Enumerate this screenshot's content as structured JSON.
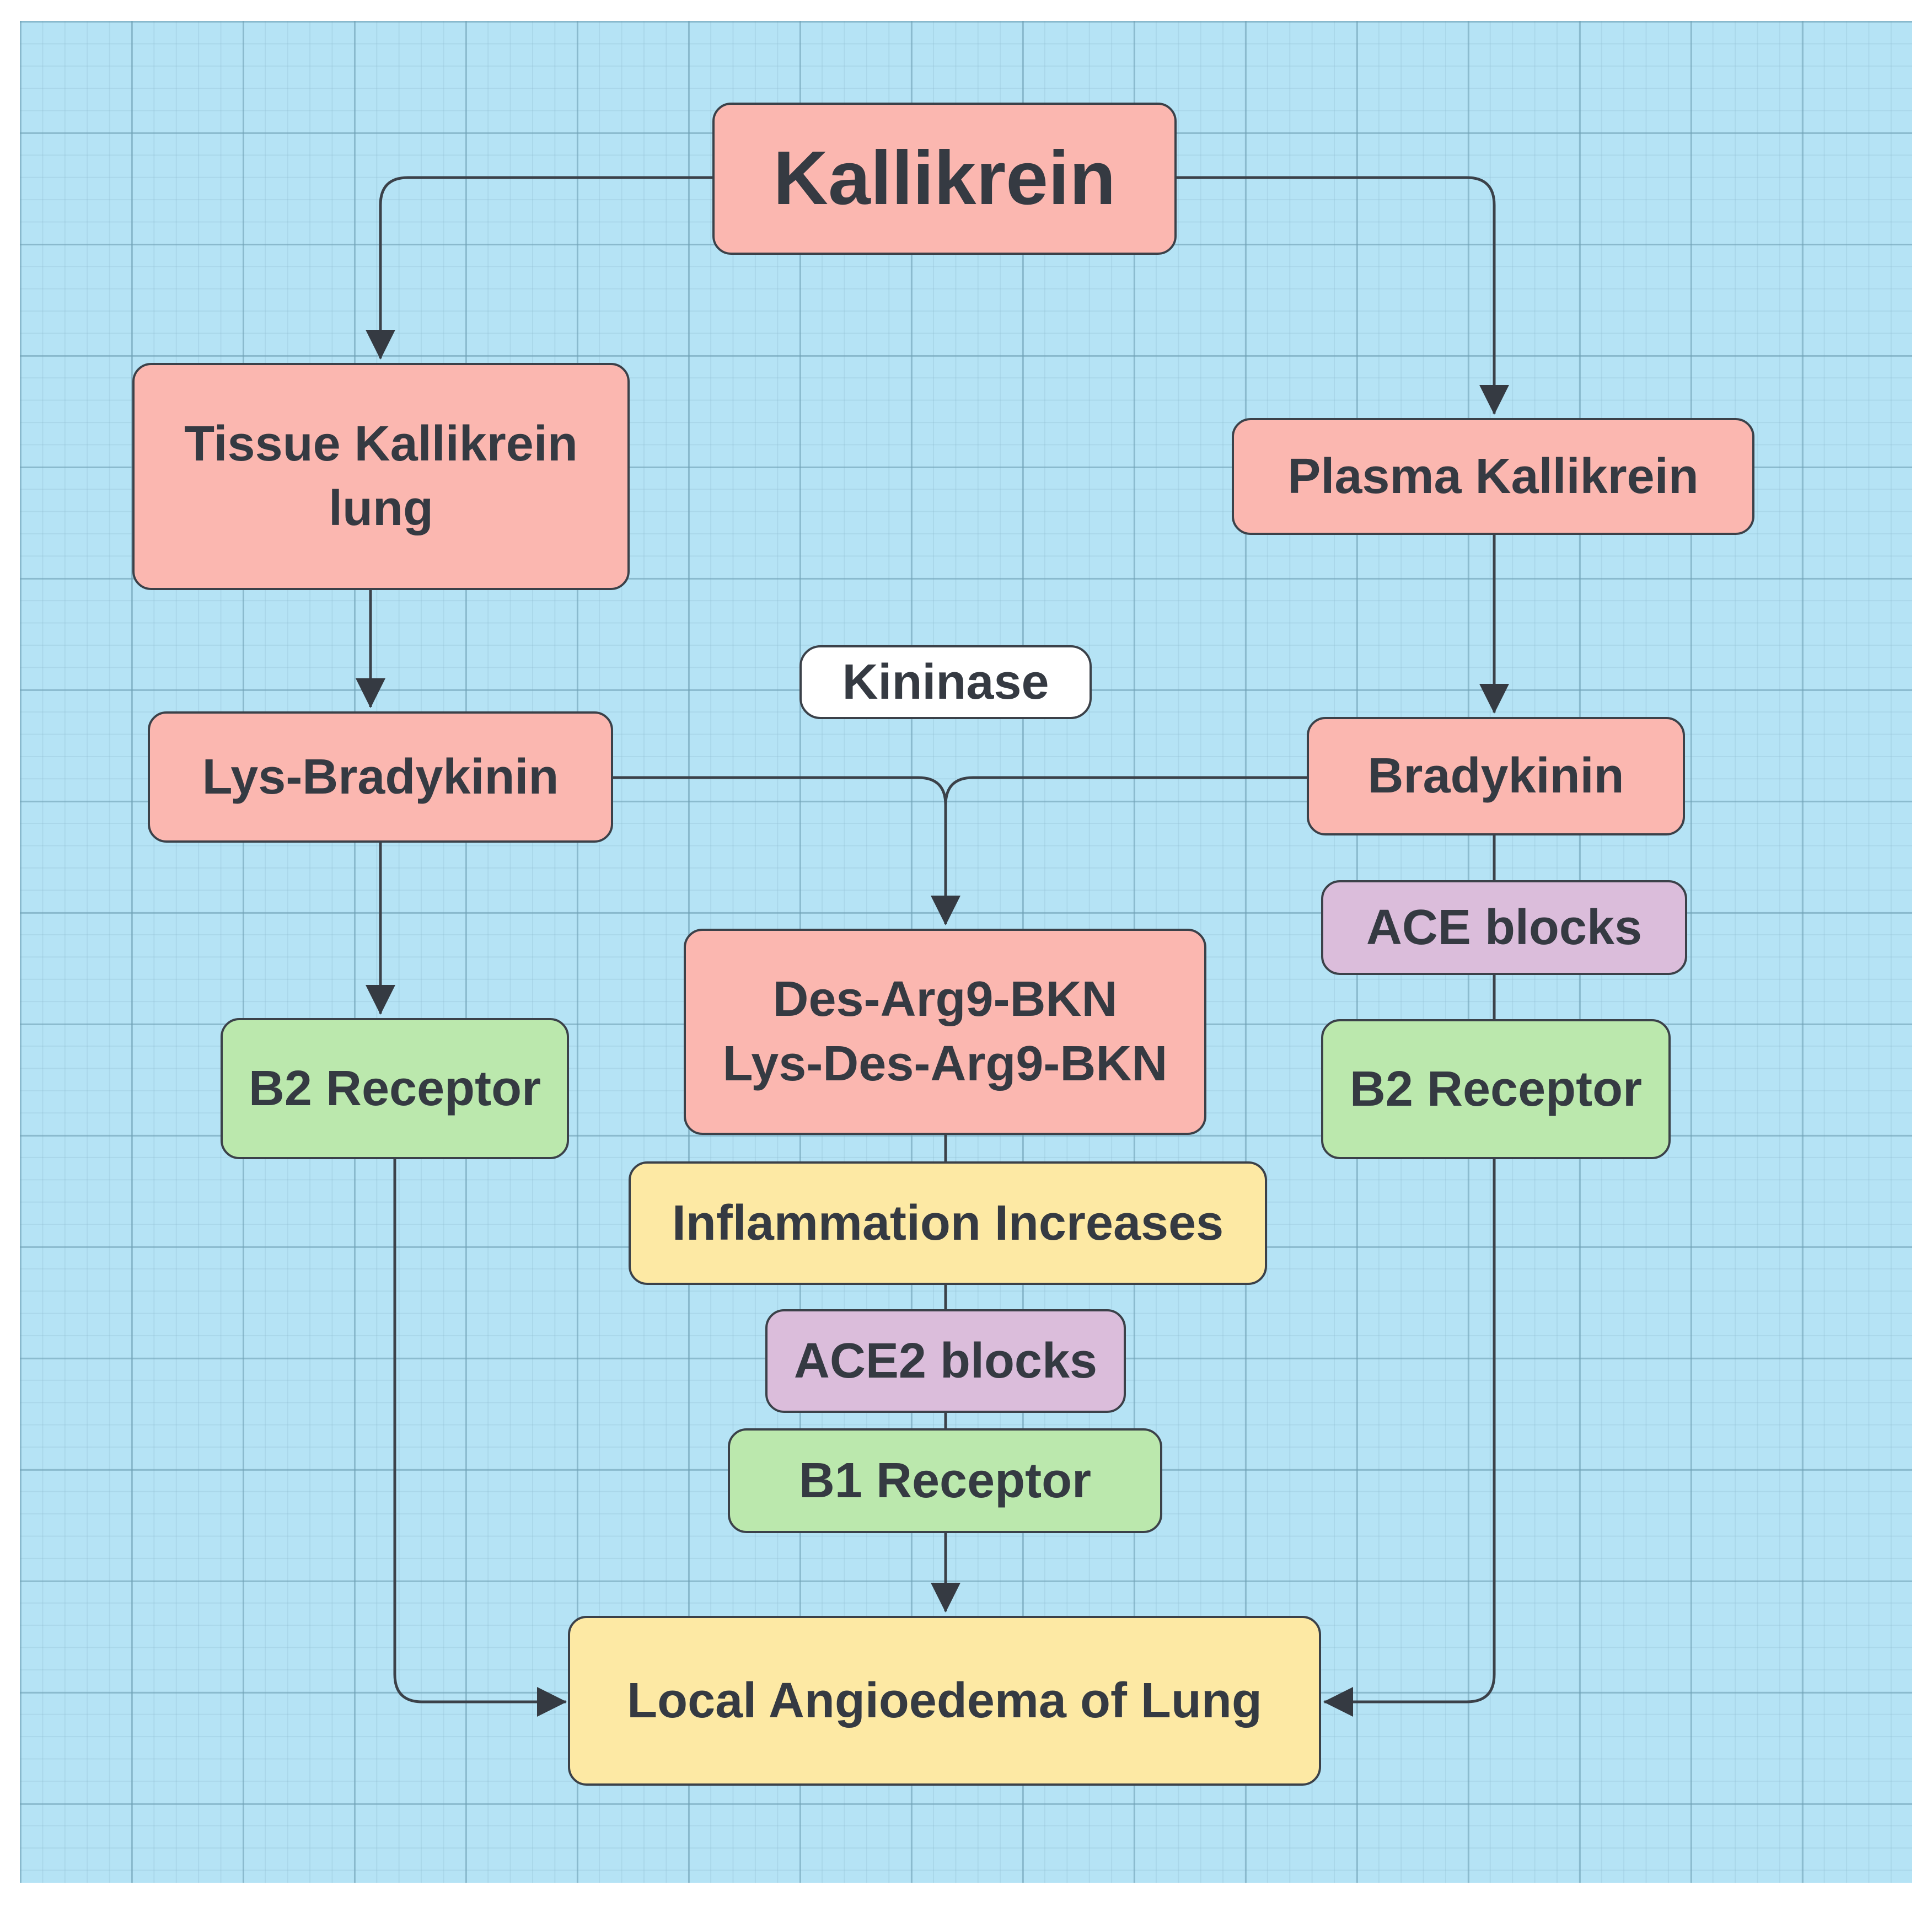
{
  "nodes": {
    "kallikrein": "Kallikrein",
    "tissue_kallikrein": [
      "Tissue Kallikrein",
      "lung"
    ],
    "plasma_kallikrein": "Plasma Kallikrein",
    "kininase": "Kininase",
    "lys_bradykinin": "Lys-Bradykinin",
    "bradykinin": "Bradykinin",
    "ace_blocks": "ACE blocks",
    "b2_receptor_left": "B2 Receptor",
    "des_arg": [
      "Des-Arg9-BKN",
      "Lys-Des-Arg9-BKN"
    ],
    "b2_receptor_right": "B2 Receptor",
    "inflammation": "Inflammation Increases",
    "ace2_blocks": "ACE2 blocks",
    "b1_receptor": "B1 Receptor",
    "local_angioedema": "Local Angioedema of Lung"
  },
  "colors": {
    "background": "#b5e3f5",
    "pink": "#fbb7b0",
    "green": "#bbe8ad",
    "purple": "#dbbddb",
    "yellow": "#fde9a4",
    "white": "#ffffff",
    "stroke": "#3b4149"
  }
}
